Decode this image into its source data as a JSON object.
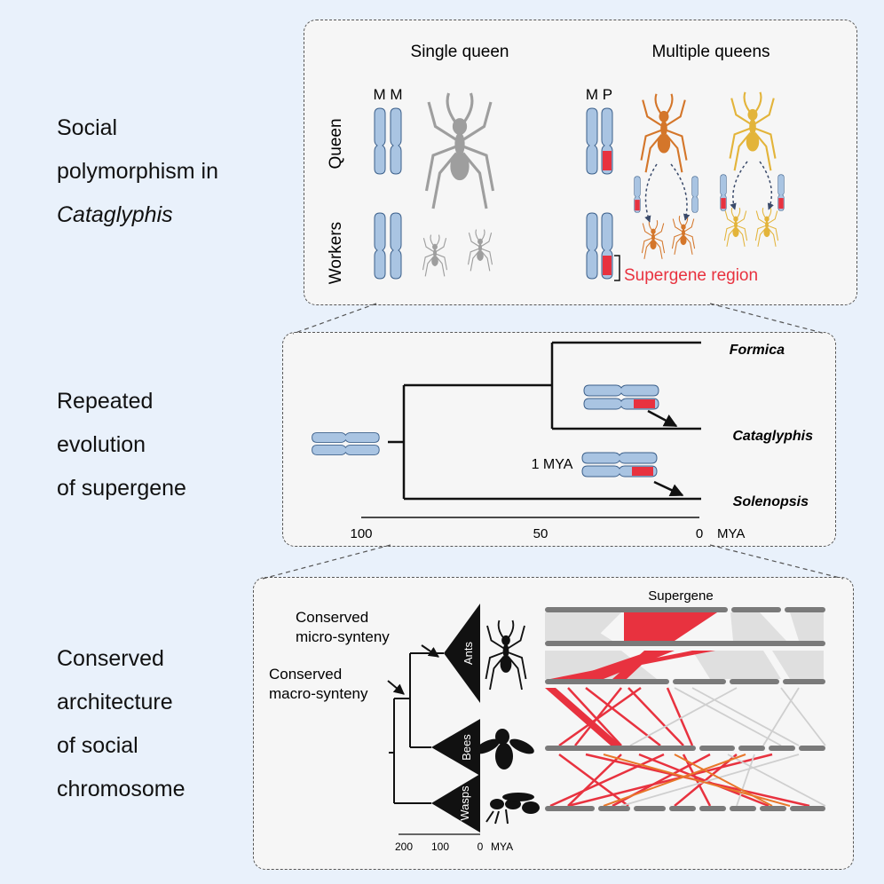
{
  "section1": {
    "label_line1": "Social",
    "label_line2": "polymorphism in",
    "label_line3": "Cataglyphis",
    "col_single": "Single queen",
    "col_multiple": "Multiple queens",
    "row_queen": "Queen",
    "row_workers": "Workers",
    "genotype_single": "M M",
    "genotype_multiple": "M P",
    "supergene_label": "Supergene region"
  },
  "section2": {
    "label_line1": "Repeated",
    "label_line2": "evolution",
    "label_line3": "of supergene",
    "taxa": [
      "Formica",
      "Cataglyphis",
      "Solenopsis"
    ],
    "age_note": "1 MYA",
    "axis_ticks": [
      "100",
      "50",
      "0"
    ],
    "axis_unit": "MYA"
  },
  "section3": {
    "label_line1": "Conserved",
    "label_line2": "architecture",
    "label_line3": "of social",
    "label_line4": "chromosome",
    "micro_line1": "Conserved",
    "micro_line2": "micro-synteny",
    "macro_line1": "Conserved",
    "macro_line2": "macro-synteny",
    "clades": [
      "Ants",
      "Bees",
      "Wasps"
    ],
    "axis_ticks": [
      "200",
      "100",
      "0"
    ],
    "axis_unit": "MYA",
    "supergene_title": "Supergene"
  },
  "colors": {
    "background": "#e9f1fb",
    "chromosome": "#a9c4e2",
    "supergene": "#e8323f",
    "ant_gray": "#9e9e9e",
    "ant_orange": "#d4762a",
    "ant_yellow": "#e3b43a"
  }
}
